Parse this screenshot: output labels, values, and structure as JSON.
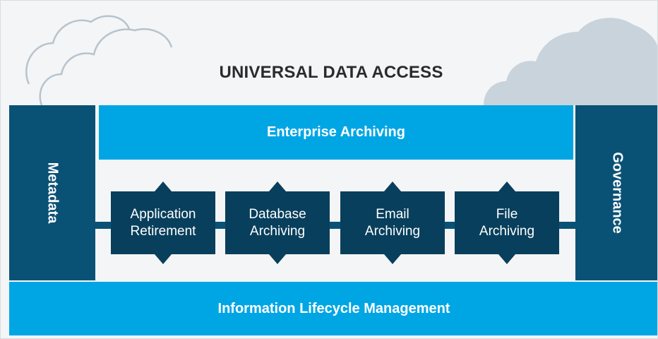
{
  "title": "UNIVERSAL DATA ACCESS",
  "top_band": "Enterprise Archiving",
  "bottom_band": "Information Lifecycle Management",
  "left_bar": "Metadata",
  "right_bar": "Governance",
  "modules": [
    {
      "line1": "Application",
      "line2": "Retirement"
    },
    {
      "line1": "Database",
      "line2": "Archiving"
    },
    {
      "line1": "Email",
      "line2": "Archiving"
    },
    {
      "line1": "File",
      "line2": "Archiving"
    }
  ],
  "colors": {
    "dark_blue": "#0a5275",
    "module_blue": "#083f5c",
    "bright_blue": "#00a6e4",
    "cloud_fill": "#c9d3dc",
    "cloud_outline": "#b7c3cd",
    "background": "#f4f5f6"
  }
}
